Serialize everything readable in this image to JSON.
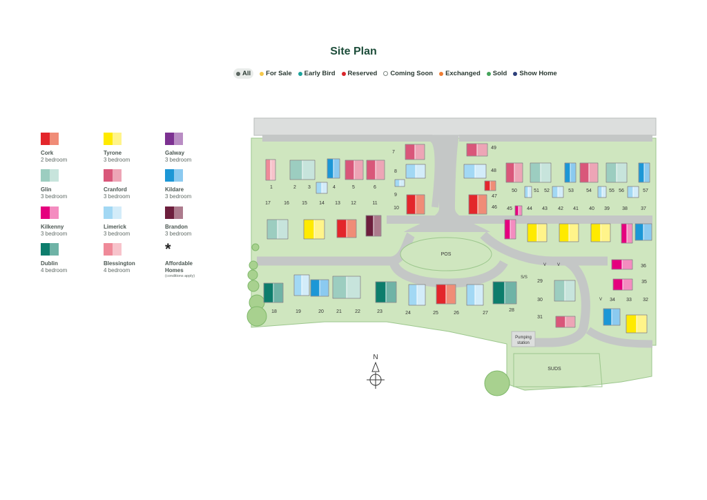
{
  "page": {
    "title": "Site Plan"
  },
  "filters": [
    {
      "label": "All",
      "color": "#5b6661",
      "active": true,
      "hollow": false
    },
    {
      "label": "For Sale",
      "color": "#f6c84a",
      "active": false,
      "hollow": false
    },
    {
      "label": "Early Bird",
      "color": "#1ba39c",
      "active": false,
      "hollow": false
    },
    {
      "label": "Reserved",
      "color": "#d9252a",
      "active": false,
      "hollow": false
    },
    {
      "label": "Coming Soon",
      "color": "#ffffff",
      "active": false,
      "hollow": true
    },
    {
      "label": "Exchanged",
      "color": "#ee7d33",
      "active": false,
      "hollow": false
    },
    {
      "label": "Sold",
      "color": "#44a35a",
      "active": false,
      "hollow": false
    },
    {
      "label": "Show Home",
      "color": "#2d3f7a",
      "active": false,
      "hollow": false
    }
  ],
  "legend": [
    {
      "name": "Cork",
      "beds": "2 bedroom",
      "c1": "#e3262b",
      "c2": "#f08c77"
    },
    {
      "name": "Tyrone",
      "beds": "3 bedroom",
      "c1": "#ffea00",
      "c2": "#fff48a"
    },
    {
      "name": "Galway",
      "beds": "3 bedroom",
      "c1": "#7c3191",
      "c2": "#b98dc4"
    },
    {
      "name": "Glin",
      "beds": "3 bedroom",
      "c1": "#9ccdc0",
      "c2": "#c7e4dc"
    },
    {
      "name": "Cranford",
      "beds": "3 bedroom",
      "c1": "#d9577a",
      "c2": "#eda5b6"
    },
    {
      "name": "Kildare",
      "beds": "3 bedroom",
      "c1": "#1c97d6",
      "c2": "#8bcaf0"
    },
    {
      "name": "Kilkenny",
      "beds": "3 bedroom",
      "c1": "#e5007e",
      "c2": "#f48cc0"
    },
    {
      "name": "Limerick",
      "beds": "3 bedroom",
      "c1": "#a2d8f4",
      "c2": "#d3ecf9"
    },
    {
      "name": "Brandon",
      "beds": "3 bedroom",
      "c1": "#6d1f3d",
      "c2": "#ad7b8d"
    },
    {
      "name": "Dublin",
      "beds": "4 bedroom",
      "c1": "#0d7d6c",
      "c2": "#6fb3a6"
    },
    {
      "name": "Blessington",
      "beds": "4 bedroom",
      "c1": "#ef8a99",
      "c2": "#f7c3cb"
    }
  ],
  "affordable": {
    "symbol": "*",
    "name": "Affordable",
    "name2": "Homes",
    "note": "(conditions apply)"
  },
  "plan": {
    "labels": {
      "pos": "POS",
      "suds": "SUDS",
      "pumping1": "Pumping",
      "pumping2": "station",
      "ss": "S/S",
      "v1": "V",
      "v2": "V",
      "v3": "V",
      "north": "N"
    },
    "plots": [
      "1",
      "2",
      "3",
      "4",
      "5",
      "6",
      "7",
      "8",
      "9",
      "10",
      "11",
      "12",
      "13",
      "14",
      "15",
      "16",
      "17",
      "18",
      "19",
      "20",
      "21",
      "22",
      "23",
      "24",
      "25",
      "26",
      "27",
      "28",
      "29",
      "30",
      "31",
      "32",
      "33",
      "34",
      "35",
      "36",
      "37",
      "38",
      "39",
      "40",
      "41",
      "42",
      "43",
      "44",
      "45",
      "46",
      "47",
      "48",
      "49",
      "50",
      "51",
      "52",
      "53",
      "54",
      "55",
      "56",
      "57"
    ]
  }
}
